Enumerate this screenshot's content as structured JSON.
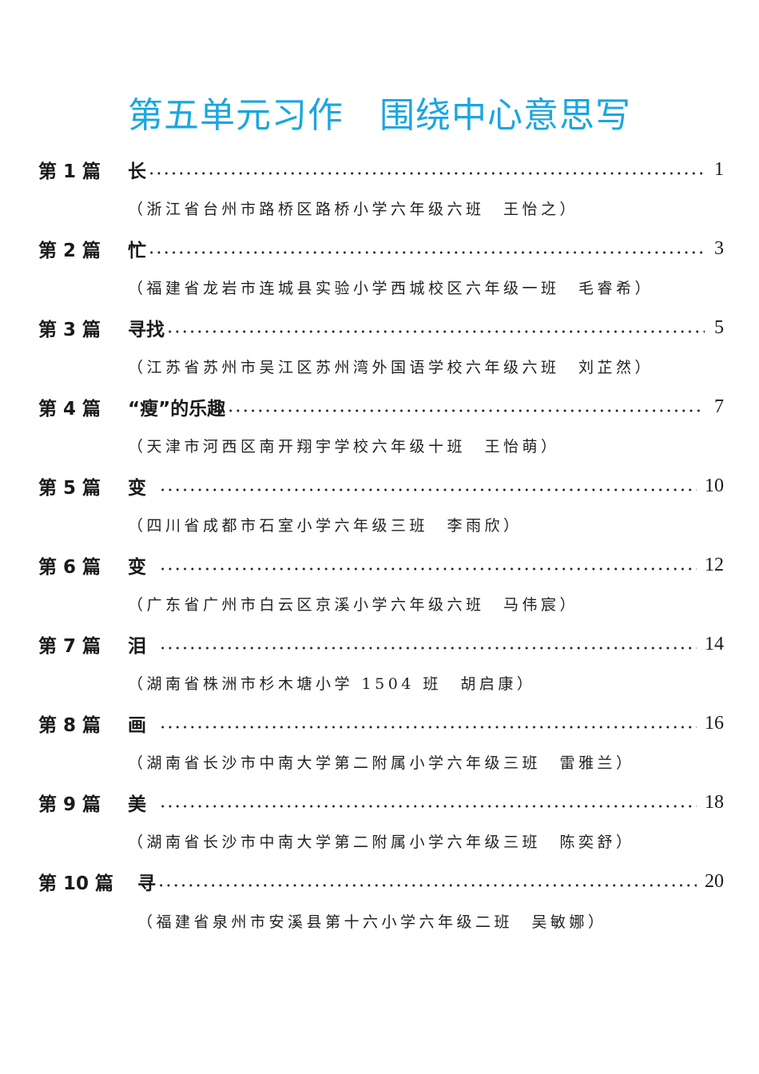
{
  "page_title": "第五单元习作　围绕中心意思写",
  "entries": [
    {
      "number": "第 1 篇",
      "title": "长",
      "page": "1",
      "author": "（浙江省台州市路桥区路桥小学六年级六班　王怡之）"
    },
    {
      "number": "第 2 篇",
      "title": "忙",
      "page": "3",
      "author": "（福建省龙岩市连城县实验小学西城校区六年级一班　毛睿希）"
    },
    {
      "number": "第 3 篇",
      "title": "寻找",
      "page": "5",
      "author": "（江苏省苏州市吴江区苏州湾外国语学校六年级六班　刘芷然）"
    },
    {
      "number": "第 4 篇",
      "title": "“瘦”的乐趣",
      "page": "7",
      "author": "（天津市河西区南开翔宇学校六年级十班　王怡萌）"
    },
    {
      "number": "第 5 篇",
      "title": "变",
      "page": "10",
      "author": "（四川省成都市石室小学六年级三班　李雨欣）"
    },
    {
      "number": "第 6 篇",
      "title": "变",
      "page": "12",
      "author": "（广东省广州市白云区京溪小学六年级六班　马伟宸）"
    },
    {
      "number": "第 7 篇",
      "title": "泪",
      "page": "14",
      "author": "（湖南省株洲市杉木塘小学 1504 班　胡启康）"
    },
    {
      "number": "第 8 篇",
      "title": "画",
      "page": "16",
      "author": "（湖南省长沙市中南大学第二附属小学六年级三班　雷雅兰）"
    },
    {
      "number": "第 9 篇",
      "title": "美",
      "page": "18",
      "author": "（湖南省长沙市中南大学第二附属小学六年级三班　陈奕舒）"
    },
    {
      "number": "第 10 篇",
      "title": "寻",
      "page": "20",
      "author": "（福建省泉州市安溪县第十六小学六年级二班　吴敏娜）"
    }
  ],
  "colors": {
    "title": "#1aa6e0",
    "text": "#1a1a1a"
  }
}
